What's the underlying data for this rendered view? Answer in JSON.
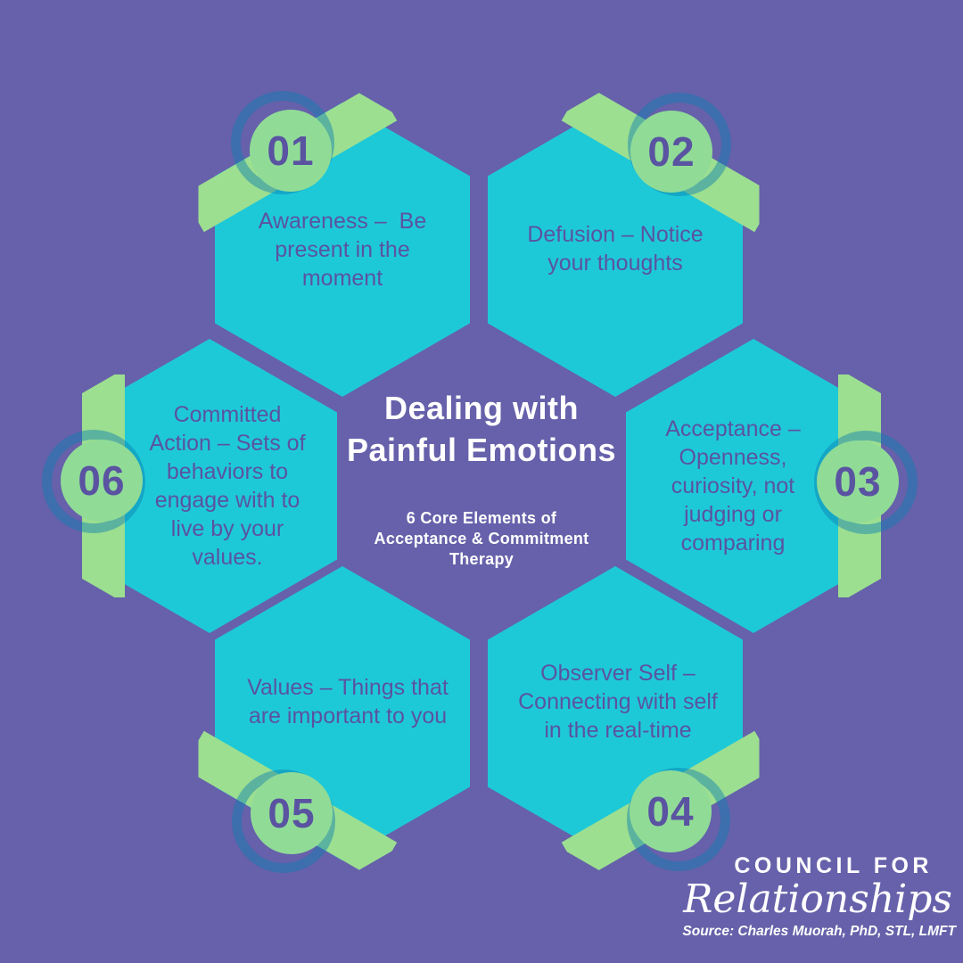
{
  "colors": {
    "bg": "#6661AA",
    "teal": "#1EC9D7",
    "stripe": "#9DDF90",
    "badge": "#90DC97",
    "ink": "#5A53A1",
    "ring": "rgba(10,127,177,0.45)",
    "white": "#FFFFFF"
  },
  "title": {
    "lines": [
      "Dealing with",
      "Painful Emotions"
    ]
  },
  "subtitle": {
    "lines": [
      "6 Core Elements of",
      "Acceptance & Commitment",
      "Therapy"
    ]
  },
  "hexagons": [
    {
      "number": "01",
      "lines": [
        "Awareness –  Be",
        "present in the",
        "moment"
      ]
    },
    {
      "number": "02",
      "lines": [
        "Defusion – Notice",
        "your thoughts"
      ]
    },
    {
      "number": "03",
      "lines": [
        "Acceptance –",
        "Openness,",
        "curiosity, not",
        "judging or",
        "comparing"
      ]
    },
    {
      "number": "04",
      "lines": [
        "Observer Self –",
        "Connecting with self",
        "in the real-time"
      ]
    },
    {
      "number": "05",
      "lines": [
        "Values – Things that",
        "are important to you"
      ]
    },
    {
      "number": "06",
      "lines": [
        "Committed",
        "Action – Sets of",
        "behaviors to",
        "engage with to",
        "live by your",
        "values."
      ]
    }
  ],
  "footer": {
    "brand_line1": "COUNCIL FOR",
    "brand_line2": "Relationships",
    "source": "Source: Charles Muorah, PhD, STL, LMFT"
  }
}
